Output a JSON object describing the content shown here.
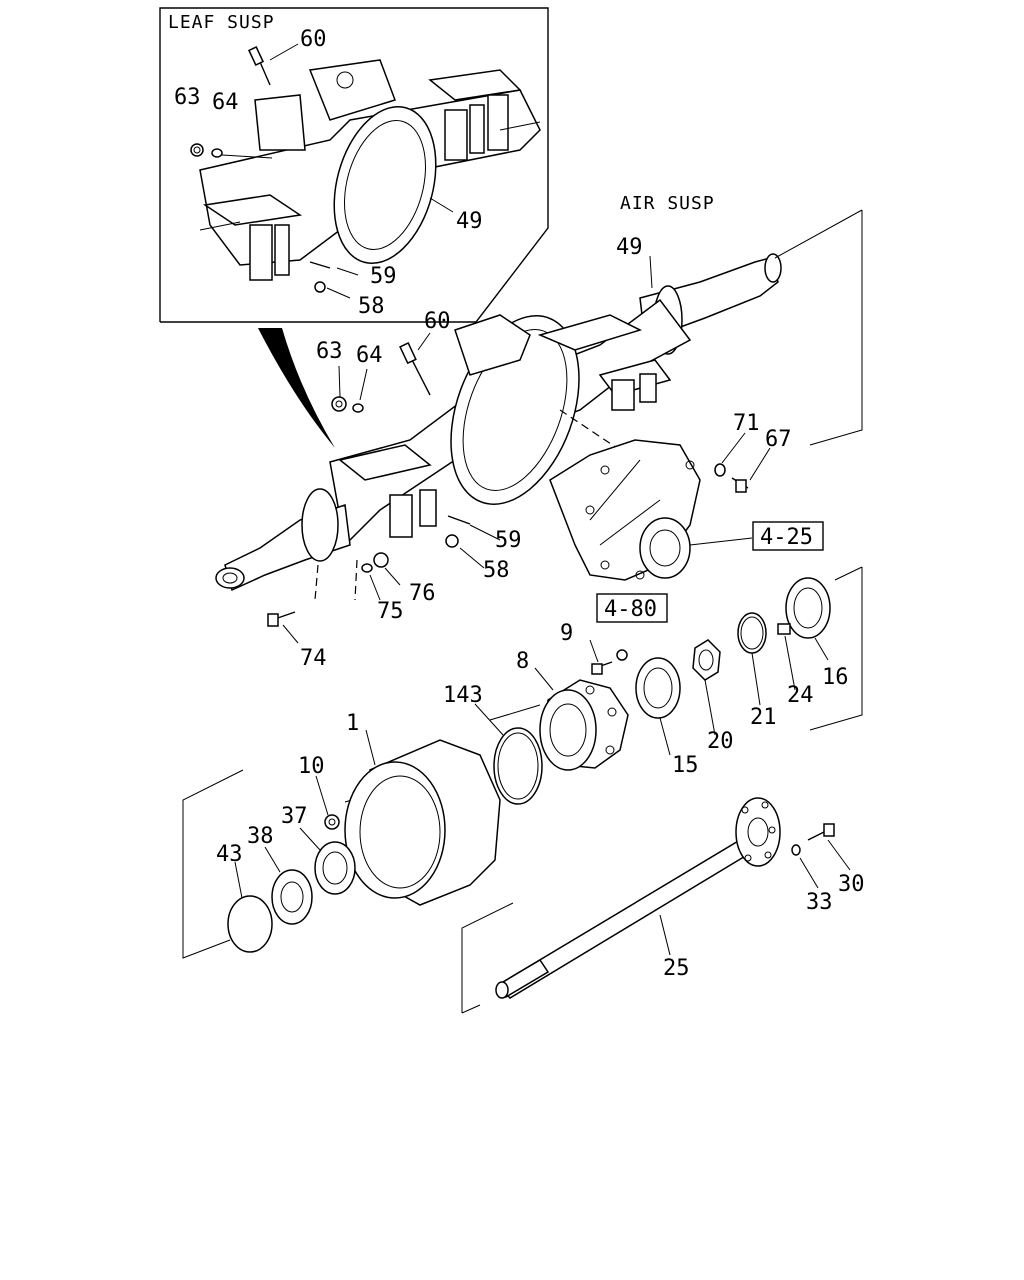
{
  "insets": {
    "leaf_susp": "LEAF SUSP",
    "air_susp": "AIR SUSP"
  },
  "refs": {
    "r425": "4-25",
    "r480": "4-80"
  },
  "labels": {
    "l60a": "60",
    "l63a": "63",
    "l64a": "64",
    "l49a": "49",
    "l59a": "59",
    "l58a": "58",
    "l49b": "49",
    "l60b": "60",
    "l63b": "63",
    "l64b": "64",
    "l71": "71",
    "l67": "67",
    "l59b": "59",
    "l58b": "58",
    "l76": "76",
    "l75": "75",
    "l74": "74",
    "l9": "9",
    "l8": "8",
    "l143": "143",
    "l1": "1",
    "l10": "10",
    "l37": "37",
    "l38": "38",
    "l43": "43",
    "l15": "15",
    "l20": "20",
    "l21": "21",
    "l24": "24",
    "l16": "16",
    "l25": "25",
    "l33": "33",
    "l30": "30"
  }
}
